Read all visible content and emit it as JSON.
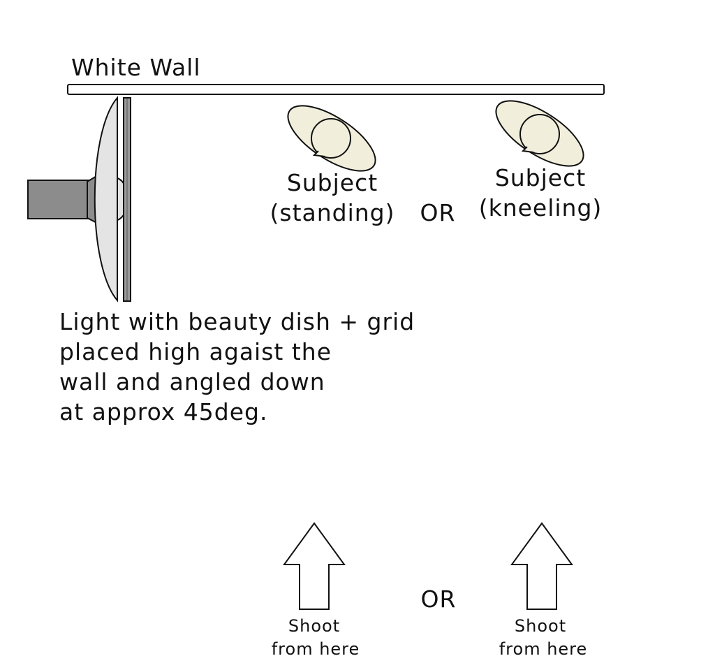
{
  "wall": {
    "label": "White Wall"
  },
  "light": {
    "caption_lines": [
      "Light with beauty dish + grid",
      "placed high agaist the",
      "wall and angled down",
      "at approx 45deg."
    ]
  },
  "subjects": [
    {
      "line1": "Subject",
      "line2": "(standing)"
    },
    {
      "line1": "Subject",
      "line2": "(kneeling)"
    }
  ],
  "subject_or": "OR",
  "shoot_or": "OR",
  "shoot_positions": [
    {
      "line1": "Shoot",
      "line2": "from here"
    },
    {
      "line1": "Shoot",
      "line2": "from here"
    }
  ],
  "colors": {
    "subject_fill": "#f1efdc",
    "light_body": "#8c8c8c",
    "dish_fill": "#e4e4e4",
    "grid_fill": "#9a9a9a",
    "outline": "#111111"
  }
}
